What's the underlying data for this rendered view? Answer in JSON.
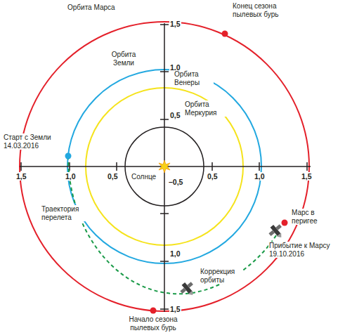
{
  "diagram": {
    "labels": [
      "Орбита Марса",
      "Конец сезона пылевых бурь",
      "1,5",
      "Орбита Земли",
      "1,0",
      "Орбита Венеры",
      "0,5",
      "Орбита Меркурия",
      "Старт с Земли 14.03.2016",
      "1,5",
      "1,0",
      "0,5",
      "Солнце",
      "0,5",
      "1,0",
      "1,5",
      "–0,5",
      "Траектория перелета",
      "Марс в перигее",
      "1,0",
      "Прибытие к Марсу 19.10.2016",
      "Коррекция орбиты",
      "1,5",
      "Начало сезона пылевых бурь"
    ]
  }
}
